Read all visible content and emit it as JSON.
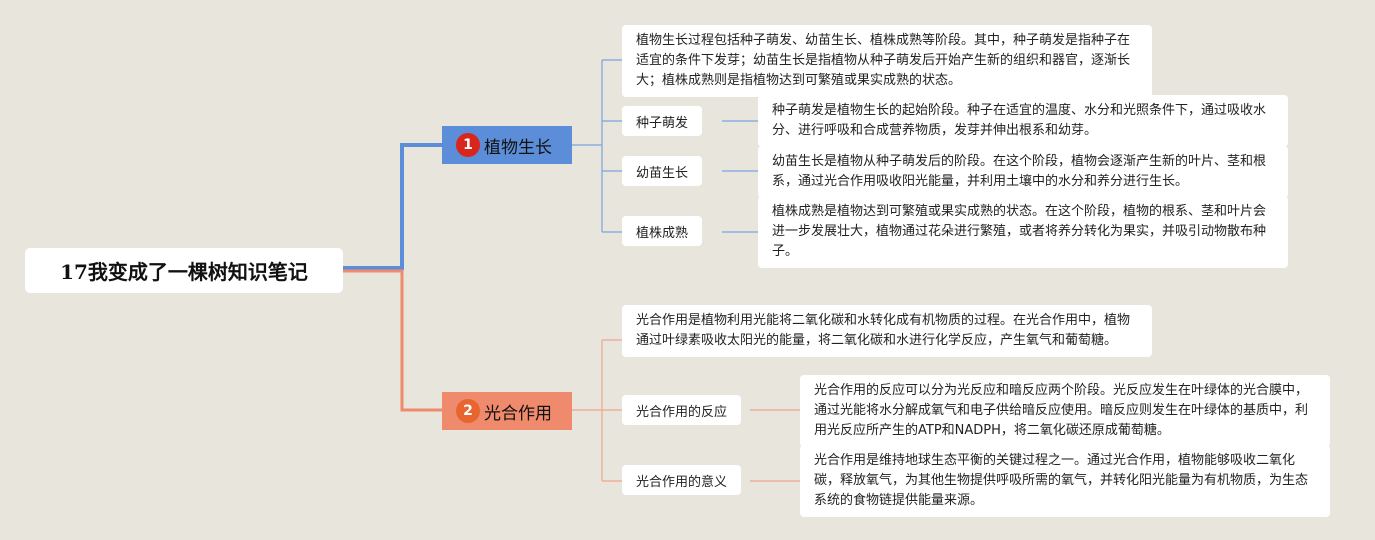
{
  "root": {
    "title": "17我变成了一棵树知识笔记"
  },
  "colors": {
    "branch1": "#5b8dd8",
    "branch2": "#f08a6c",
    "badge1": "#d8261c",
    "badge2": "#e8652f",
    "link1": "#7aa3e0",
    "link2": "#f0a58e",
    "background": "#e8e5dc"
  },
  "branches": [
    {
      "number": "1",
      "label": "植物生长",
      "summary": "植物生长过程包括种子萌发、幼苗生长、植株成熟等阶段。其中，种子萌发是指种子在适宜的条件下发芽；幼苗生长是指植物从种子萌发后开始产生新的组织和器官，逐渐长大；植株成熟则是指植物达到可繁殖或果实成熟的状态。",
      "children": [
        {
          "label": "种子萌发",
          "detail": "种子萌发是植物生长的起始阶段。种子在适宜的温度、水分和光照条件下，通过吸收水分、进行呼吸和合成营养物质，发芽并伸出根系和幼芽。"
        },
        {
          "label": "幼苗生长",
          "detail": "幼苗生长是植物从种子萌发后的阶段。在这个阶段，植物会逐渐产生新的叶片、茎和根系，通过光合作用吸收阳光能量，并利用土壤中的水分和养分进行生长。"
        },
        {
          "label": "植株成熟",
          "detail": "植株成熟是植物达到可繁殖或果实成熟的状态。在这个阶段，植物的根系、茎和叶片会进一步发展壮大，植物通过花朵进行繁殖，或者将养分转化为果实，并吸引动物散布种子。"
        }
      ]
    },
    {
      "number": "2",
      "label": "光合作用",
      "summary": "光合作用是植物利用光能将二氧化碳和水转化成有机物质的过程。在光合作用中，植物通过叶绿素吸收太阳光的能量，将二氧化碳和水进行化学反应，产生氧气和葡萄糖。",
      "children": [
        {
          "label": "光合作用的反应",
          "detail": "光合作用的反应可以分为光反应和暗反应两个阶段。光反应发生在叶绿体的光合膜中，通过光能将水分解成氧气和电子供给暗反应使用。暗反应则发生在叶绿体的基质中，利用光反应所产生的ATP和NADPH，将二氧化碳还原成葡萄糖。"
        },
        {
          "label": "光合作用的意义",
          "detail": "光合作用是维持地球生态平衡的关键过程之一。通过光合作用，植物能够吸收二氧化碳，释放氧气，为其他生物提供呼吸所需的氧气，并转化阳光能量为有机物质，为生态系统的食物链提供能量来源。"
        }
      ]
    }
  ]
}
